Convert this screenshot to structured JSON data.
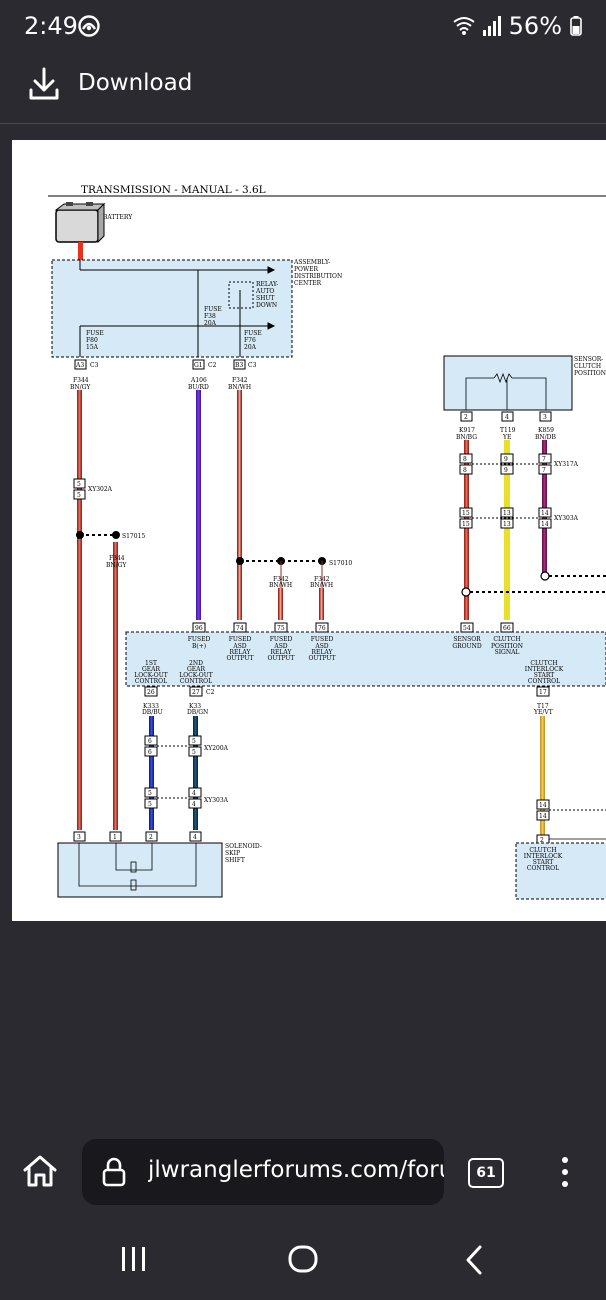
{
  "status": {
    "time": "2:49",
    "battery": "56%"
  },
  "download": {
    "label": "Download"
  },
  "diagram": {
    "title": "TRANSMISSION - MANUAL - 3.6L",
    "battery_label": "BATTERY",
    "pdc_label": [
      "ASSEMBLY-",
      "POWER",
      "DISTRIBUTION",
      "CENTER"
    ],
    "relay_label": [
      "RELAY-",
      "AUTO",
      "SHUT",
      "DOWN"
    ],
    "fuse_f38": [
      "FUSE",
      "F38",
      "20A"
    ],
    "fuse_f80": [
      "FUSE",
      "F80",
      "15A"
    ],
    "fuse_f76": [
      "FUSE",
      "F76",
      "20A"
    ],
    "conn_a3": "A3",
    "conn_c3a": "C3",
    "conn_g1": "G1",
    "conn_c2a": "C2",
    "conn_b3": "B3",
    "conn_c3b": "C3",
    "w1": [
      "F344",
      "BN/GY"
    ],
    "w2": [
      "A106",
      "BU/RD"
    ],
    "w3": [
      "F342",
      "BN/WH"
    ],
    "xy302a": "XY302A",
    "s17015": "S17015",
    "w1b": [
      "F344",
      "BN/GY"
    ],
    "s17010": "S17010",
    "w3b": [
      "F342",
      "BN/WH"
    ],
    "w3c": [
      "F342",
      "BN/WH"
    ],
    "csp_label": [
      "SENSOR-",
      "CLUTCH",
      "POSITION"
    ],
    "csp_pins": [
      "2",
      "4",
      "3"
    ],
    "wk917": [
      "K917",
      "BN/BG"
    ],
    "wt119": [
      "T119",
      "YE"
    ],
    "wk859": [
      "K859",
      "BN/DB"
    ],
    "xy317a": "XY317A",
    "xy303a_r": "XY303A",
    "ecm_pins": [
      "96",
      "74",
      "75",
      "76",
      "54",
      "66"
    ],
    "ecm_fused_b": [
      "FUSED",
      "B(+)"
    ],
    "ecm_asd1": [
      "FUSED",
      "ASD",
      "RELAY",
      "OUTPUT"
    ],
    "ecm_asd2": [
      "FUSED",
      "ASD",
      "RELAY",
      "OUTPUT"
    ],
    "ecm_asd3": [
      "FUSED",
      "ASD",
      "RELAY",
      "OUTPUT"
    ],
    "ecm_sensor_gnd": [
      "SENSOR",
      "GROUND"
    ],
    "ecm_clutch_sig": [
      "CLUTCH",
      "POSITION",
      "SIGNAL"
    ],
    "ecm_gear1": [
      "1ST",
      "GEAR",
      "LOCK-OUT",
      "CONTROL"
    ],
    "ecm_gear2": [
      "2ND",
      "GEAR",
      "LOCK-OUT",
      "CONTROL"
    ],
    "ecm_clutch_int": [
      "CLUTCH",
      "INTERLOCK",
      "START",
      "CONTROL"
    ],
    "ecm_pins_bottom": [
      "26",
      "27",
      "17"
    ],
    "conn_c2b": "C2",
    "wk333": [
      "K333",
      "DB/BU"
    ],
    "wk33": [
      "K33",
      "DB/GN"
    ],
    "wt17": [
      "T17",
      "YE/VT"
    ],
    "xy200a": "XY200A",
    "xy303a_l": "XY303A",
    "solenoid_label": [
      "SOLENOID-",
      "SKIP",
      "SHIFT"
    ],
    "solenoid_pins": [
      "3",
      "1",
      "2",
      "4"
    ],
    "cis_label": [
      "CLUTCH",
      "INTERLOCK",
      "START",
      "CONTROL"
    ],
    "pin_pair_5": "5",
    "pin_8": "8",
    "pin_9": "9",
    "pin_7": "7",
    "pin_15": "15",
    "pin_13": "13",
    "pin_14": "14",
    "pin_6": "6",
    "pin_4": "4",
    "pin_2": "2"
  },
  "browser": {
    "url": "jlwranglerforums.com/forums",
    "tab_count": "61"
  }
}
